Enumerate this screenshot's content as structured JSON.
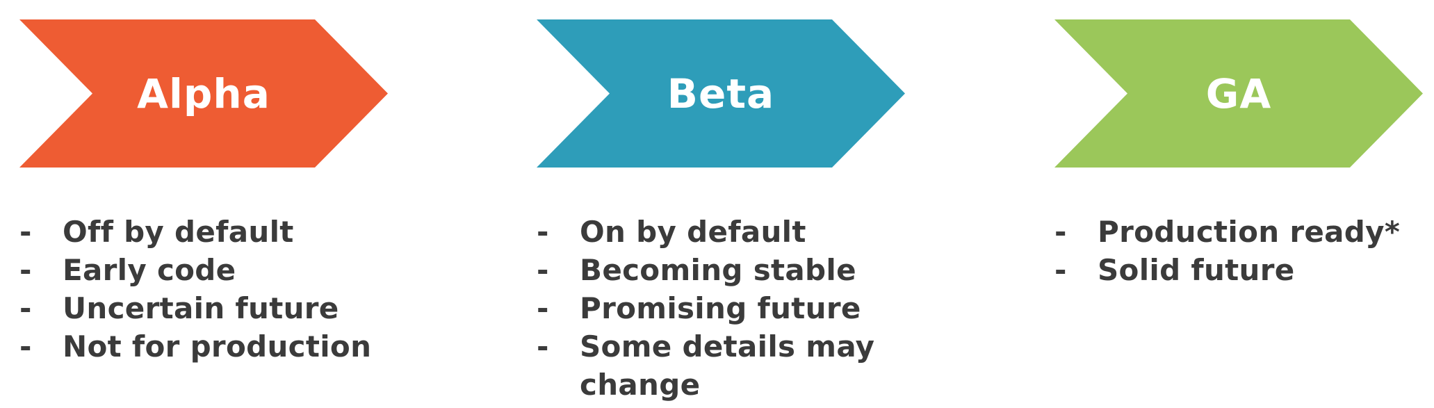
{
  "stages": [
    {
      "title": "Alpha",
      "color": "#EE5C33",
      "bullets": [
        {
          "text": "Off by default",
          "bold": false
        },
        {
          "text": "Early code",
          "bold": false
        },
        {
          "text": "Uncertain future",
          "bold": false
        },
        {
          "text": "Not for production",
          "bold": true
        }
      ]
    },
    {
      "title": "Beta",
      "color": "#2E9DB9",
      "bullets": [
        {
          "text": "On by default",
          "bold": false
        },
        {
          "text": "Becoming stable",
          "bold": false
        },
        {
          "text": "Promising future",
          "bold": false
        },
        {
          "text": "Some details may change",
          "bold": false
        }
      ]
    },
    {
      "title": "GA",
      "color": "#9BC75A",
      "bullets": [
        {
          "text": "Production ready*",
          "bold": false
        },
        {
          "text": "Solid future",
          "bold": false
        }
      ]
    }
  ],
  "bullet_marker": "-"
}
